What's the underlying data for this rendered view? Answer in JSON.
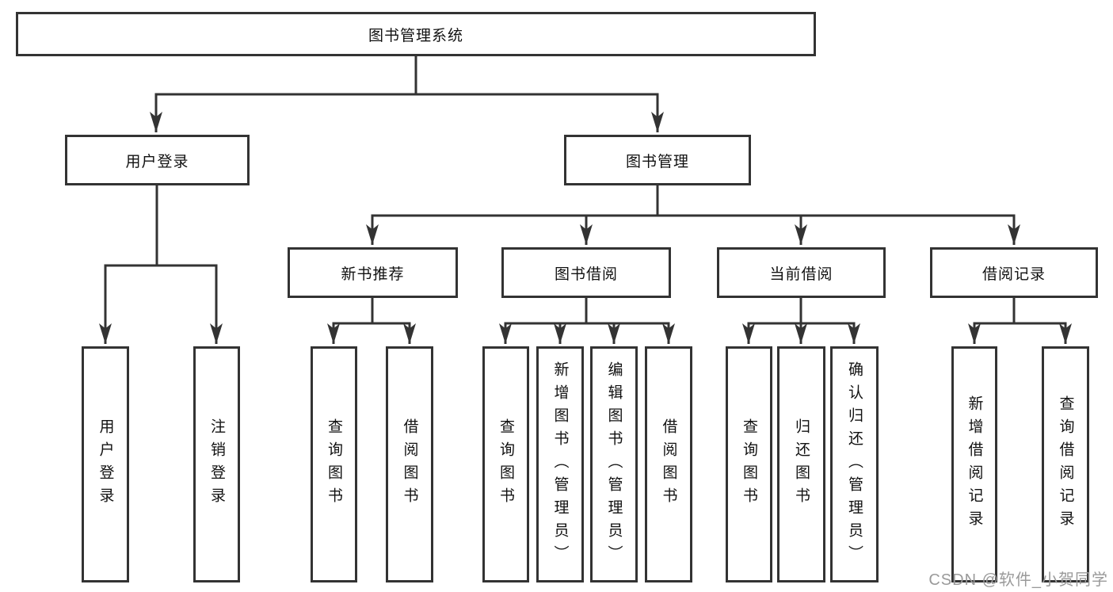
{
  "colors": {
    "line": "#333333",
    "box_border": "#333333",
    "box_fill": "#ffffff",
    "text": "#111111",
    "watermark": "#9a9a9a",
    "background": "#ffffff"
  },
  "tree": {
    "root": {
      "label": "图书管理系统"
    },
    "level2": [
      {
        "label": "用户登录",
        "children": [
          {
            "label": "用户登录"
          },
          {
            "label": "注销登录"
          }
        ]
      },
      {
        "label": "图书管理",
        "children": [
          {
            "label": "新书推荐",
            "children": [
              {
                "label": "查询图书"
              },
              {
                "label": "借阅图书"
              }
            ]
          },
          {
            "label": "图书借阅",
            "children": [
              {
                "label": "查询图书"
              },
              {
                "label": "新增图书（管理员）"
              },
              {
                "label": "编辑图书（管理员）"
              },
              {
                "label": "借阅图书"
              }
            ]
          },
          {
            "label": "当前借阅",
            "children": [
              {
                "label": "查询图书"
              },
              {
                "label": "归还图书"
              },
              {
                "label": "确认归还（管理员）"
              }
            ]
          },
          {
            "label": "借阅记录",
            "children": [
              {
                "label": "新增借阅记录"
              },
              {
                "label": "查询借阅记录"
              }
            ]
          }
        ]
      }
    ]
  },
  "watermark": {
    "text": "CSDN @软件_小贺同学"
  }
}
